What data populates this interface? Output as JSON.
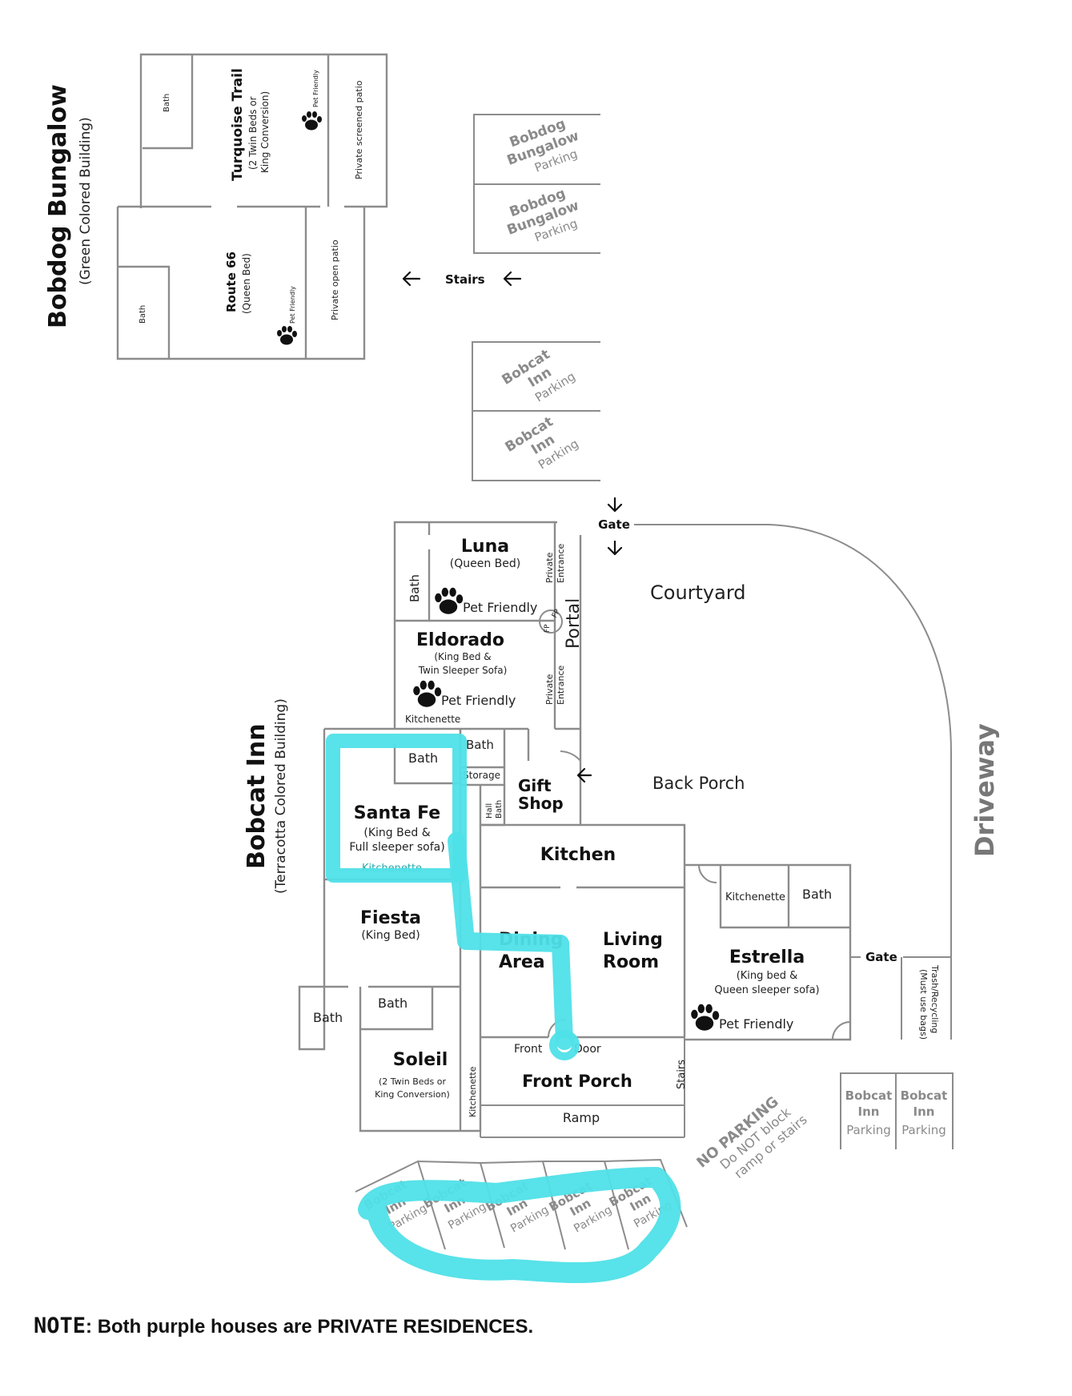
{
  "bungalow": {
    "title": "Bobdog Bungalow",
    "subtitle": "(Green Colored Building)",
    "turquoise": {
      "name": "Turquoise Trail",
      "beds1": "(2 Twin Beds or",
      "beds2": "King Conversion)"
    },
    "route66": {
      "name": "Route 66",
      "beds": "(Queen Bed)"
    },
    "bath": "Bath",
    "pet_friendly": "Pet Friendly",
    "patio_screened": "Private screened patio",
    "patio_open": "Private open patio"
  },
  "parking": {
    "bobdog": [
      "Bobdog",
      "Bungalow",
      "Parking"
    ],
    "bobcat": [
      "Bobcat",
      "Inn",
      "Parking"
    ]
  },
  "stairs": "Stairs",
  "inn": {
    "title": "Bobcat Inn",
    "subtitle": "(Terracotta Colored Building)",
    "luna": {
      "name": "Luna",
      "beds": "(Queen Bed)"
    },
    "eldorado": {
      "name": "Eldorado",
      "beds1": "(King Bed &",
      "beds2": "Twin Sleeper Sofa)"
    },
    "santa_fe": {
      "name": "Santa Fe",
      "beds1": "(King Bed &",
      "beds2": "Full sleeper sofa)"
    },
    "fiesta": {
      "name": "Fiesta",
      "beds": "(King Bed)"
    },
    "soleil": {
      "name": "Soleil",
      "beds1": "(2 Twin Beds or",
      "beds2": "King Conversion)"
    },
    "estrella": {
      "name": "Estrella",
      "beds1": "(King bed &",
      "beds2": "Queen sleeper sofa)"
    },
    "pet_friendly": "Pet Friendly",
    "bath": "Bath",
    "kitchenette": "Kitchenette",
    "private": "Private",
    "entrance": "Entrance",
    "fp": "FP",
    "portal": "Portal",
    "storage": "Storage",
    "hall": "Hall",
    "gift": "Gift",
    "shop": "Shop",
    "kitchen": "Kitchen",
    "dining1": "Dining",
    "dining2": "Area",
    "living1": "Living",
    "living2": "Room",
    "front": "Front",
    "door": "Door",
    "front_porch": "Front Porch",
    "ramp": "Ramp",
    "stairs": "Stairs"
  },
  "grounds": {
    "gate": "Gate",
    "courtyard": "Courtyard",
    "back_porch": "Back Porch",
    "driveway": "Driveway",
    "trash1": "Trash/Recycling",
    "trash2": "(Must use bags)",
    "no_parking1": "NO PARKING",
    "no_parking2": "Do NOT block",
    "no_parking3": "ramp or stairs"
  },
  "note": {
    "label": "NOTE",
    "text": ": Both purple houses are PRIVATE RESIDENCES."
  },
  "colors": {
    "highlight": "#4fe0e8",
    "wall": "#8c8c8c",
    "text": "#111111"
  }
}
